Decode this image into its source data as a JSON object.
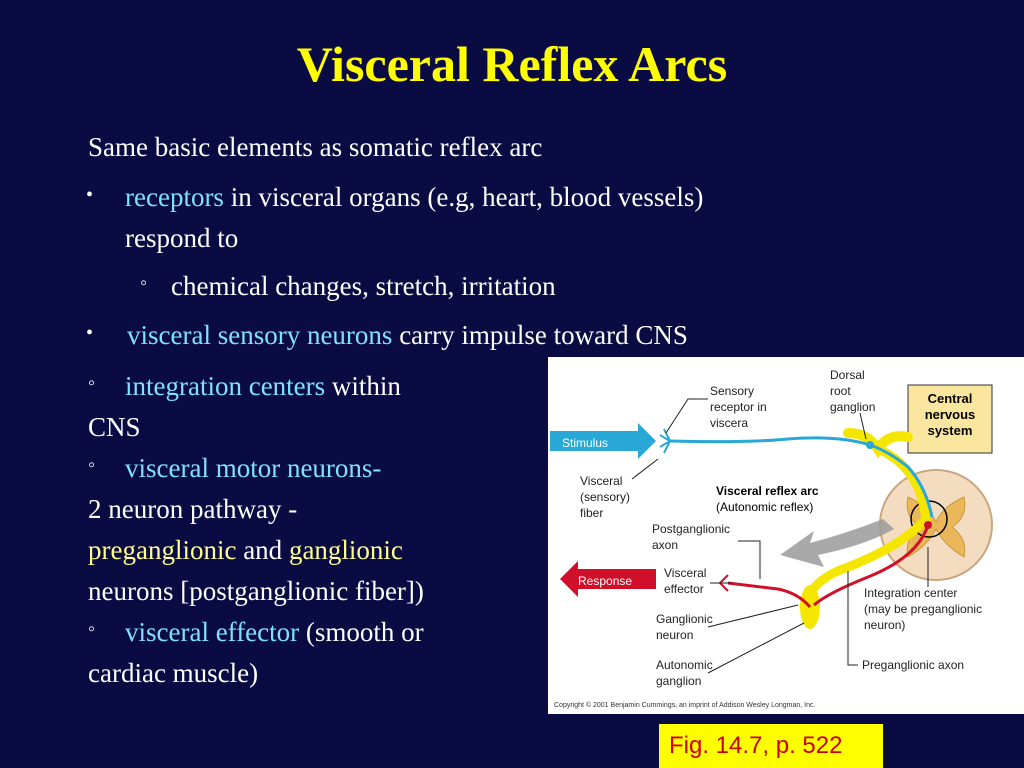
{
  "title": "Visceral Reflex Arcs",
  "intro": "Same basic elements as somatic reflex arc",
  "bullets": {
    "receptors_term": "receptors",
    "receptors_rest": " in visceral organs (e.g, heart, blood vessels)",
    "receptors_rest2": "respond to",
    "receptors_sub": "chemical changes, stretch, irritation",
    "sensory_term": "visceral sensory neurons",
    "sensory_rest": " carry impulse toward CNS",
    "integration_term": "integration centers",
    "integration_rest": " within",
    "integration_rest2": "CNS",
    "motor_term": "visceral motor neurons-",
    "motor_line2": "2 neuron pathway -",
    "motor_pre": "preganglionic",
    "motor_and": " and ",
    "motor_gang": "ganglionic",
    "motor_line4": "neurons [postganglionic fiber])",
    "effector_term": "visceral effector",
    "effector_rest": " (smooth or",
    "effector_rest2": "cardiac muscle)"
  },
  "figure": {
    "stimulus": "Stimulus",
    "response": "Response",
    "sensory_receptor": [
      "Sensory",
      "receptor in",
      "viscera"
    ],
    "dorsal_root": [
      "Dorsal",
      "root",
      "ganglion"
    ],
    "cns_box": [
      "Central",
      "nervous",
      "system"
    ],
    "visceral_fiber": [
      "Visceral",
      "(sensory)",
      "fiber"
    ],
    "arc_title": "Visceral reflex arc",
    "arc_subtitle": "(Autonomic reflex)",
    "postganglionic": [
      "Postganglionic",
      "axon"
    ],
    "visceral_effector": [
      "Visceral",
      "effector"
    ],
    "integration_center": [
      "Integration center",
      "(may be preganglionic",
      "neuron)"
    ],
    "ganglionic_neuron": [
      "Ganglionic",
      "neuron"
    ],
    "autonomic_ganglion": [
      "Autonomic",
      "ganglion"
    ],
    "preganglionic_axon": "Preganglionic axon",
    "copyright": "Copyright © 2001 Benjamin Cummings, an imprint of Addison Wesley Longman, Inc."
  },
  "fig_reference": "Fig. 14.7, p. 522",
  "colors": {
    "background": "#0b0b44",
    "title": "#ffff00",
    "highlight": "#7fe0ff",
    "highlight_yellow": "#ffff8a",
    "sensory": "#29a8d8",
    "motor": "#d0102a",
    "ganglion": "#f5e600"
  }
}
